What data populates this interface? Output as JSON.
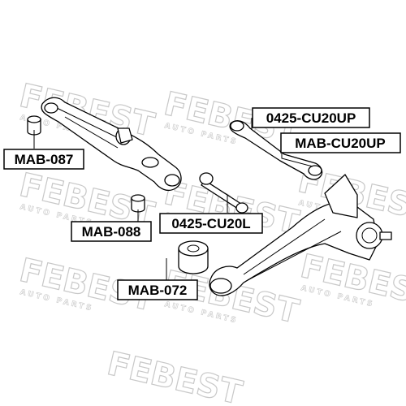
{
  "watermark": {
    "brand": "FEBEST",
    "subtext": "AUTO PARTS"
  },
  "labels": {
    "mab_087": "MAB-087",
    "mab_088": "MAB-088",
    "mab_072": "MAB-072",
    "cu20up": "0425-CU20UP",
    "mab_cu20up": "MAB-CU20UP",
    "cu20l": "0425-CU20L"
  }
}
